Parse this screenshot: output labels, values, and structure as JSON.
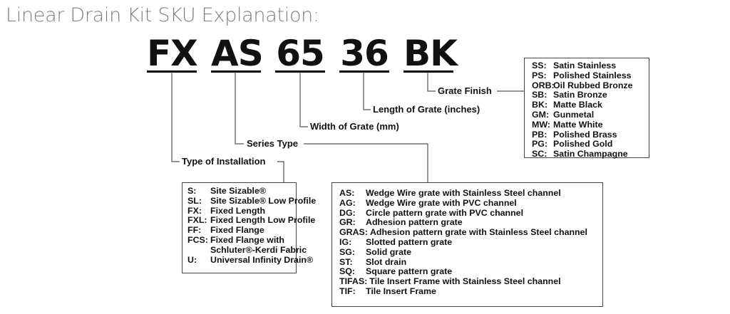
{
  "title": "Linear Drain Kit SKU Explanation:",
  "codes": [
    "FX",
    "AS",
    "65",
    "36",
    "BK"
  ],
  "labels": {
    "installation": "Type of Installation",
    "series": "Series Type",
    "width": "Width of Grate (mm)",
    "length": "Length of Grate (inches)",
    "finish": "Grate Finish"
  },
  "finish_options": [
    {
      "k": "SS:",
      "v": "Satin Stainless"
    },
    {
      "k": "PS:",
      "v": "Polished Stainless"
    },
    {
      "k": "ORB:",
      "v": "Oil Rubbed Bronze"
    },
    {
      "k": "SB:",
      "v": "Satin Bronze"
    },
    {
      "k": "BK:",
      "v": "Matte Black"
    },
    {
      "k": "GM:",
      "v": "Gunmetal"
    },
    {
      "k": "MW:",
      "v": "Matte White"
    },
    {
      "k": "PB:",
      "v": "Polished Brass"
    },
    {
      "k": "PG:",
      "v": "Polished Gold"
    },
    {
      "k": "SC:",
      "v": "Satin Champagne"
    }
  ],
  "installation_options": [
    {
      "k": "S:",
      "v": "Site Sizable®"
    },
    {
      "k": "SL:",
      "v": "Site Sizable® Low Profile"
    },
    {
      "k": "FX:",
      "v": "Fixed Length"
    },
    {
      "k": "FXL:",
      "v": "Fixed Length Low Profile"
    },
    {
      "k": "FF:",
      "v": "Fixed Flange"
    },
    {
      "k": "FCS:",
      "v": "Fixed Flange with"
    },
    {
      "k": "",
      "v": "Schluter®-Kerdi Fabric"
    },
    {
      "k": "U:",
      "v": "Universal Infinity Drain®"
    }
  ],
  "series_options": [
    {
      "k": "AS:",
      "v": "Wedge Wire grate with Stainless Steel channel"
    },
    {
      "k": "AG:",
      "v": "Wedge Wire grate with PVC channel"
    },
    {
      "k": "DG:",
      "v": "Circle pattern grate with PVC channel"
    },
    {
      "k": "GR:",
      "v": "Adhesion pattern grate"
    },
    {
      "k": "GRAS:",
      "v": "Adhesion pattern grate with Stainless Steel channel"
    },
    {
      "k": "IG:",
      "v": "Slotted pattern grate"
    },
    {
      "k": "SG:",
      "v": "Solid grate"
    },
    {
      "k": "ST:",
      "v": "Slot drain"
    },
    {
      "k": "SQ:",
      "v": "Square pattern grate"
    },
    {
      "k": "TIFAS:",
      "v": "Tile Insert Frame with Stainless Steel channel"
    },
    {
      "k": "TIF:",
      "v": "Tile Insert Frame"
    }
  ]
}
